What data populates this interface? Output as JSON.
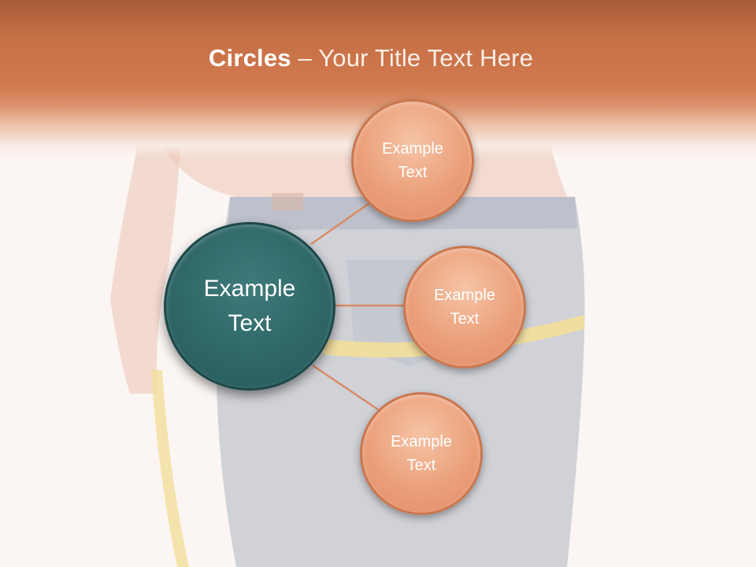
{
  "slide": {
    "title_bold": "Circles",
    "title_rest": " – Your Title Text Here"
  },
  "diagram": {
    "center": {
      "line1": "Example",
      "line2": "Text"
    },
    "satellites": [
      {
        "line1": "Example",
        "line2": "Text"
      },
      {
        "line1": "Example",
        "line2": "Text"
      },
      {
        "line1": "Example",
        "line2": "Text"
      }
    ]
  },
  "colors": {
    "header": "#c56f45",
    "center_circle": "#2f6768",
    "satellite_circle": "#eba07a",
    "connector": "#d98b63"
  }
}
